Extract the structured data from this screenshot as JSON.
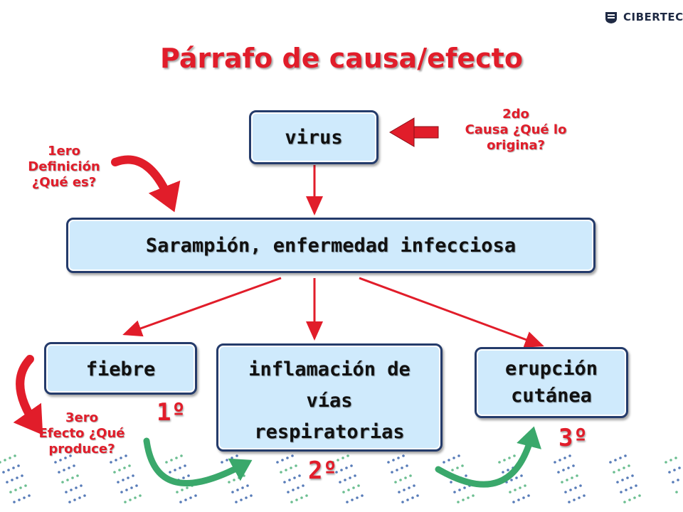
{
  "logo": {
    "text": "CIBERTEC"
  },
  "title": "Párrafo de causa/efecto",
  "nodes": {
    "virus": "virus",
    "main": "Sarampión, enfermedad infecciosa",
    "fiebre": "fiebre",
    "inflamacion": [
      "inflamación de",
      "vías",
      "respiratorias"
    ],
    "erupcion": [
      "erupción",
      "cutánea"
    ]
  },
  "annotations": {
    "first": [
      "1ero",
      "Definición",
      "¿Qué es?"
    ],
    "second": [
      "2do",
      "Causa ¿Qué lo",
      "origina?"
    ],
    "third": [
      "3ero",
      "Efecto ¿Qué",
      "produce?"
    ]
  },
  "order_labels": [
    "1º",
    "2º",
    "3º"
  ],
  "colors": {
    "accent_red": "#e11d2a",
    "box_fill": "#cfeafc",
    "box_border": "#243b6b",
    "green_arrow": "#2e9e6a",
    "dots_blue": "#1f4fa0",
    "dots_green": "#3aa86b"
  },
  "icons": [
    "cibertec-logo-icon",
    "arrow-left-icon",
    "curved-arrow-icon",
    "curved-green-arrow-icon"
  ]
}
